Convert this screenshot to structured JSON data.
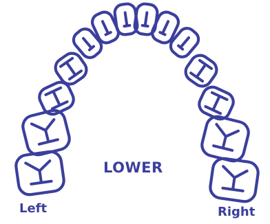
{
  "diagram": {
    "center_label": "LOWER",
    "side_left": "Left",
    "side_right": "Right",
    "teeth_count": 14,
    "ink_color": "#3b3f9c"
  }
}
